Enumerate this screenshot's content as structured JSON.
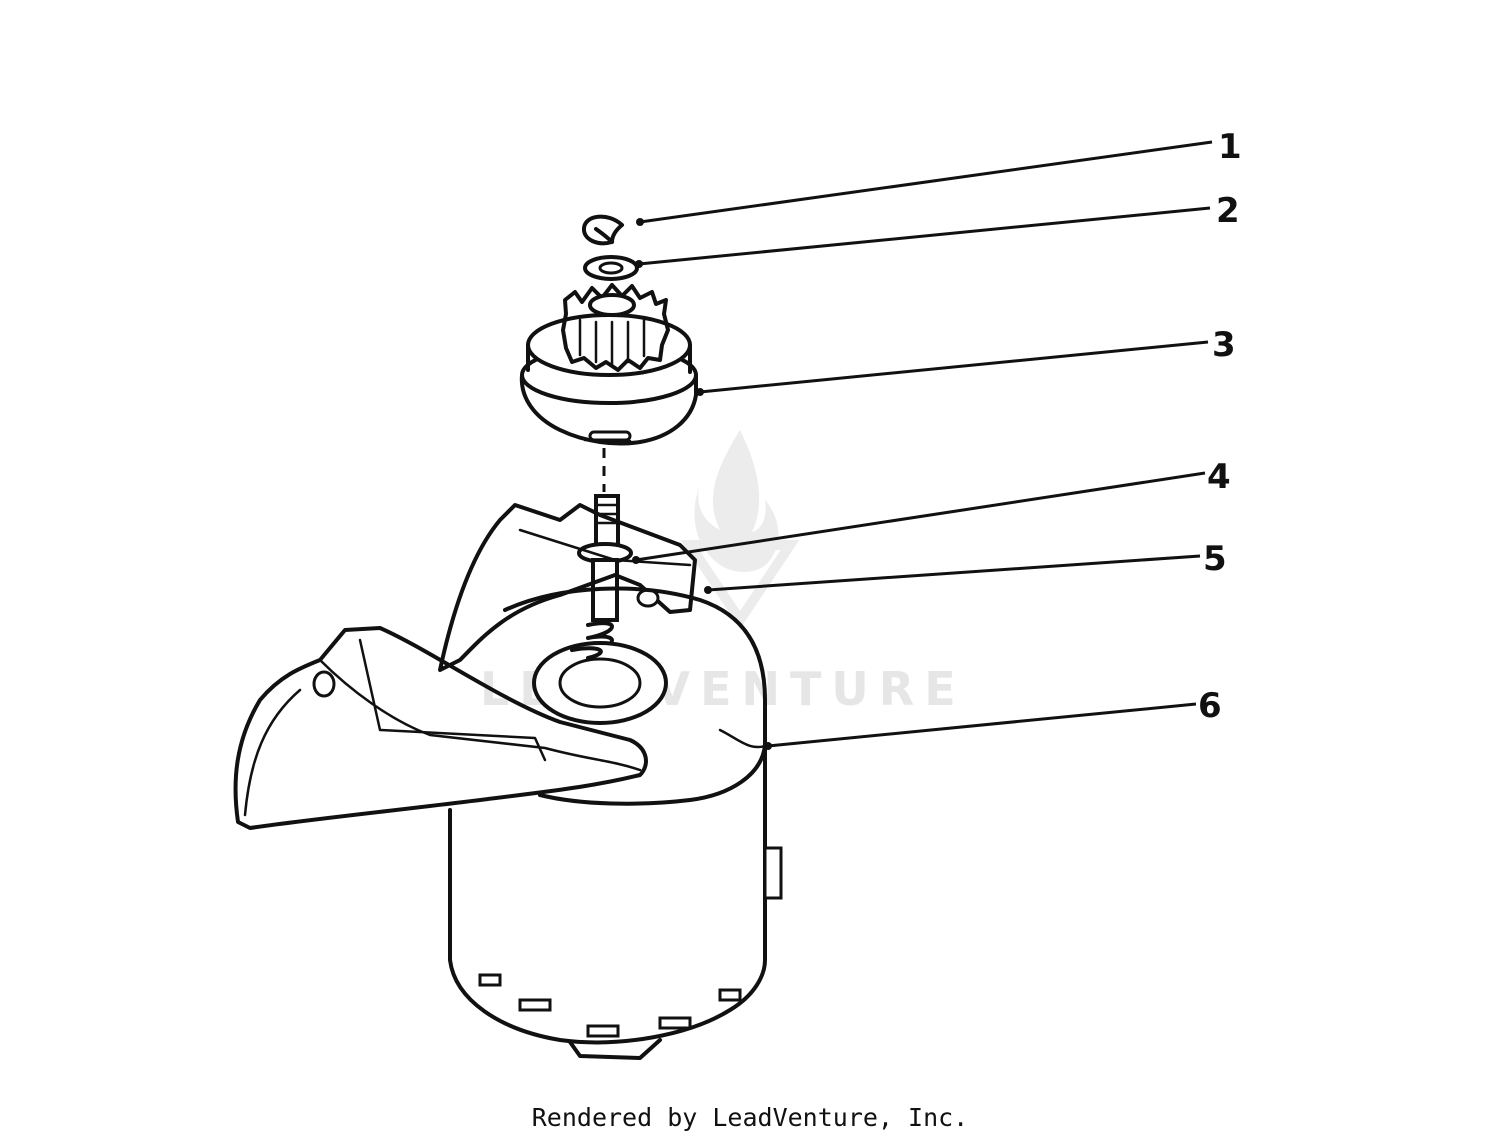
{
  "callouts": [
    {
      "id": "1",
      "label": "1"
    },
    {
      "id": "2",
      "label": "2"
    },
    {
      "id": "3",
      "label": "3"
    },
    {
      "id": "4",
      "label": "4"
    },
    {
      "id": "5",
      "label": "5"
    },
    {
      "id": "6",
      "label": "6"
    }
  ],
  "watermark": {
    "text": "LEADVENTURE",
    "color": "#e6e6e6"
  },
  "footer": {
    "text": "Rendered by LeadVenture, Inc."
  },
  "colors": {
    "ink": "#111111",
    "background": "#ffffff"
  }
}
